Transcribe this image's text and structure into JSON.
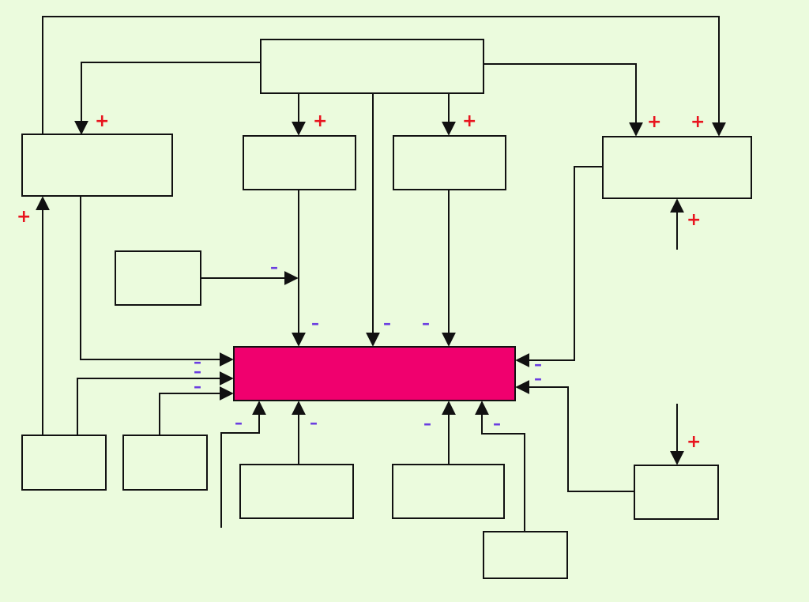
{
  "colors": {
    "background": "#ebfbdd",
    "central_box": "#f0006e",
    "plus_sign": "#e8141e",
    "minus_sign": "#6a3de0",
    "line": "#111111"
  },
  "signs": {
    "plus": "+",
    "minus": "–",
    "double_minus": "=",
    "labels": [
      {
        "id": "plus-top-left",
        "text": "+"
      },
      {
        "id": "plus-top-mid-left",
        "text": "+"
      },
      {
        "id": "plus-top-mid-right",
        "text": "+"
      },
      {
        "id": "plus-right-a",
        "text": "+"
      },
      {
        "id": "plus-right-b",
        "text": "+"
      },
      {
        "id": "plus-left-feedback",
        "text": "+"
      },
      {
        "id": "plus-right-up",
        "text": "+"
      },
      {
        "id": "plus-bottom-right",
        "text": "+"
      },
      {
        "id": "minus-side-box",
        "text": "–"
      },
      {
        "id": "minus-top-1",
        "text": "–"
      },
      {
        "id": "minus-top-2",
        "text": "–"
      },
      {
        "id": "minus-top-3",
        "text": "–"
      },
      {
        "id": "minus-left-1",
        "text": "–"
      },
      {
        "id": "minus-left-2",
        "text": "–"
      },
      {
        "id": "minus-left-3",
        "text": "–"
      },
      {
        "id": "minus-right-1",
        "text": "–"
      },
      {
        "id": "minus-right-2",
        "text": "–"
      },
      {
        "id": "minus-bottom-1",
        "text": "–"
      },
      {
        "id": "minus-bottom-2",
        "text": "–"
      },
      {
        "id": "minus-bottom-3",
        "text": "–"
      },
      {
        "id": "minus-bottom-4",
        "text": "–"
      }
    ]
  }
}
